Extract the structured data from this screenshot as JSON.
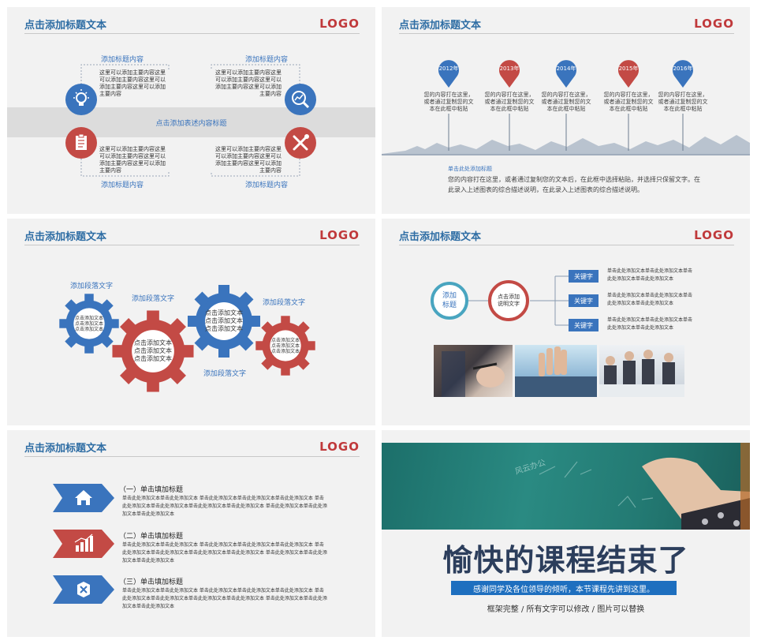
{
  "common": {
    "header_title": "点击添加标题文本",
    "logo": "LOGO"
  },
  "slide1": {
    "band_title": "点击添加表述内容标题",
    "items": [
      {
        "title": "添加标题内容",
        "text": "这里可以添加主要内容这里可以添加主要内容这里可以添加主要内容这里可以添加主要内容"
      },
      {
        "title": "添加标题内容",
        "text": "这里可以添加主要内容这里可以添加主要内容这里可以添加主要内容这里可以添加主要内容"
      },
      {
        "title": "添加标题内容",
        "text": "这里可以添加主要内容这里可以添加主要内容这里可以添加主要内容这里可以添加主要内容"
      },
      {
        "title": "添加标题内容",
        "text": "这里可以添加主要内容这里可以添加主要内容这里可以添加主要内容这里可以添加主要内容"
      }
    ]
  },
  "slide2": {
    "years": [
      "2012年",
      "2013年",
      "2014年",
      "2015年",
      "2016年"
    ],
    "year_text": "您的内容打在这里，或者通过复制您的文本在此框中粘贴",
    "sub_title": "单击此处添加标题",
    "paragraph": "您的内容打在这里，或者通过复制您的文本后，在此框中选择粘贴，并选择只保留文字。在此录入上述图表的综合描述说明，在此录入上述图表的综合描述说明。"
  },
  "slide3": {
    "para_labels": [
      "添加段落文字",
      "添加段落文字",
      "添加段落文字",
      "添加段落文字"
    ],
    "gear_text": "点击添加文本点击添加文本点击添加文本"
  },
  "slide4": {
    "circle1": "添加标题",
    "circle2": "点击添加说明文字",
    "keyword": "关键字",
    "keyword_text": "单击此处添加文本单击此处添加文本单击此处添加文本单击此处添加文本"
  },
  "slide5": {
    "items": [
      {
        "title": "（一）单击填加标题",
        "text": "单击此处添加文本单击此处添加文本 单击此处添加文本单击此处添加文本单击此处添加文本 单击此处添加文本单击此处添加文本单击此处添加文本单击此处添加文本 单击此处添加文本单击此处添加文本单击此处添加文本"
      },
      {
        "title": "（二）单击填加标题",
        "text": "单击此处添加文本单击此处添加文本 单击此处添加文本单击此处添加文本单击此处添加文本 单击此处添加文本单击此处添加文本单击此处添加文本单击此处添加文本 单击此处添加文本单击此处添加文本单击此处添加文本"
      },
      {
        "title": "（三）单击填加标题",
        "text": "单击此处添加文本单击此处添加文本 单击此处添加文本单击此处添加文本单击此处添加文本 单击此处添加文本单击此处添加文本单击此处添加文本单击此处添加文本 单击此处添加文本单击此处添加文本单击此处添加文本"
      }
    ]
  },
  "slide6": {
    "big_title": "愉快的课程结束了",
    "banner": "感谢同学及各位领导的倾听，本节课程先讲到这里。",
    "footer": "框架完整 / 所有文字可以修改 / 图片可以替换",
    "chalk_text": "风云办公"
  },
  "colors": {
    "blue": "#3a74bd",
    "red": "#c34a45",
    "header_blue": "#2e6da4",
    "logo_red": "#c0393b",
    "banner_blue": "#1e6fbf",
    "title_navy": "#2c3e5c"
  }
}
